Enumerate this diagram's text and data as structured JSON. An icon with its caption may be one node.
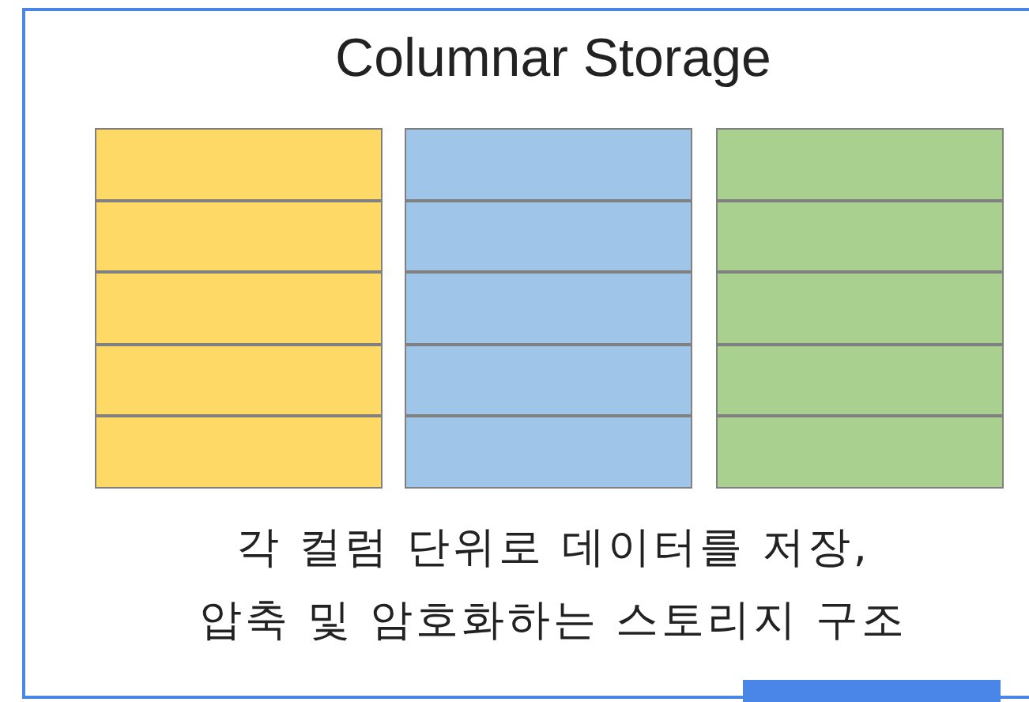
{
  "diagram": {
    "title": "Columnar Storage",
    "nodes": [
      {
        "text": [],
        "shape": "box"
      },
      {
        "text": [],
        "shape": "box",
        "in": 0
      },
      {
        "text": [],
        "shape": "box",
        "in": 0
      },
      {
        "text": [],
        "shape": "box",
        "in": 0
      },
      {
        "text": [],
        "shape": "box",
        "in": 0
      },
      {
        "text": [],
        "shape": "box",
        "in": 0
      },
      {
        "text": [],
        "shape": "box"
      },
      {
        "text": [],
        "shape": "box",
        "in": 6
      },
      {
        "text": [],
        "shape": "box",
        "in": 6
      },
      {
        "text": [],
        "shape": "box",
        "in": 6
      },
      {
        "text": [],
        "shape": "box",
        "in": 6
      },
      {
        "text": [],
        "shape": "box",
        "in": 6
      },
      {
        "text": [],
        "shape": "box"
      },
      {
        "text": [],
        "shape": "box",
        "in": 12
      },
      {
        "text": [],
        "shape": "box",
        "in": 12
      },
      {
        "text": [],
        "shape": "box",
        "in": 12
      },
      {
        "text": [],
        "shape": "box",
        "in": 12
      },
      {
        "text": [],
        "shape": "box",
        "in": 12
      },
      {
        "text": [],
        "shape": "bar"
      }
    ],
    "labels": [
      "각 컬럼 단위로 데이터를 저장,",
      "압축 및 암호화하는 스토리지 구조"
    ]
  }
}
